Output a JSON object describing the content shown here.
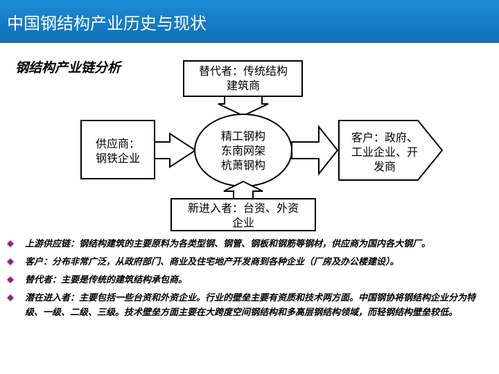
{
  "header": {
    "title": "中国钢结构产业历史与现状"
  },
  "section": {
    "subtitle": "钢结构产业链分析"
  },
  "diagram": {
    "substitutes": [
      "替代者：传统结构",
      "建筑商"
    ],
    "supplier": [
      "供应商：",
      "钢铁企业"
    ],
    "center": [
      "精工钢构",
      "东南网架",
      "杭萧钢构"
    ],
    "customer": [
      "客户：政府、",
      "工业企业、开",
      "发商"
    ],
    "new_entrants": [
      "新进入者：台资、外资",
      "企业"
    ]
  },
  "bullets": [
    "上游供应链：钢结构建筑的主要原料为各类型钢、钢管、钢板和钢筋等钢材，供应商为国内各大钢厂。",
    "客户：分布非常广泛，从政府部门、商业及住宅地产开发商到各种企业（厂房及办公楼建设）。",
    "替代者：主要是传统的建筑结构承包商。",
    "潜在进入者：主要包括一些台资和外资企业。行业的壁垒主要有资质和技术两方面。中国钢协将钢结构企业分为特级、一级、二级、三级。技术壁垒方面主要在大跨度空间钢结构和多高层钢结构领域，而轻钢结构壁垒较低。"
  ],
  "colors": {
    "title_bar": "#1d8bd6",
    "bullet": "#9b1b8c"
  },
  "icons": {
    "bullet": "diamond-bullet-icon"
  }
}
